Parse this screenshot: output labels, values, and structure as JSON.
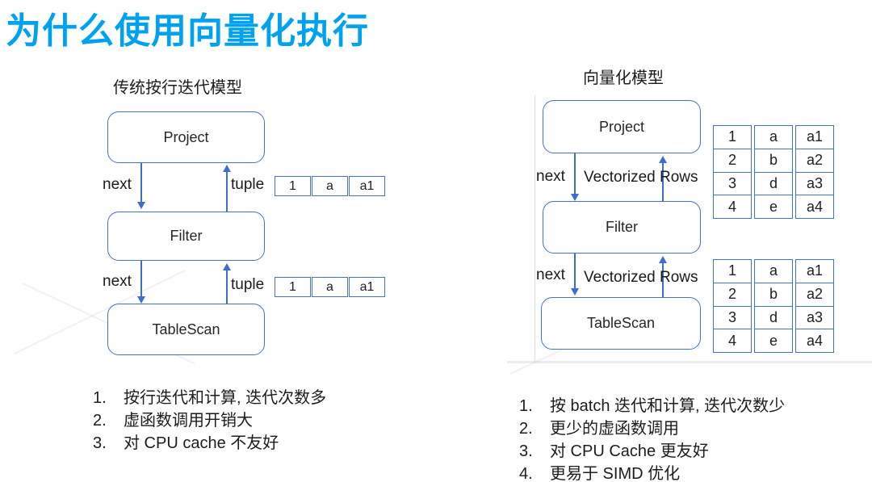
{
  "slide": {
    "title": "为什么使用向量化执行"
  },
  "left_panel": {
    "heading": "传统按行迭代模型",
    "nodes": {
      "top": "Project",
      "middle": "Filter",
      "bottom": "TableScan"
    },
    "call_label": "next",
    "return_label": "tuple",
    "tuple_row": [
      "1",
      "a",
      "a1"
    ],
    "notes": [
      {
        "num": "1.",
        "text": "按行迭代和计算, 迭代次数多"
      },
      {
        "num": "2.",
        "text": "虚函数调用开销大"
      },
      {
        "num": "3.",
        "text": "对 CPU cache 不友好"
      }
    ]
  },
  "right_panel": {
    "heading": "向量化模型",
    "nodes": {
      "top": "Project",
      "middle": "Filter",
      "bottom": "TableScan"
    },
    "call_label": "next",
    "return_label": "Vectorized Rows",
    "vector_table": {
      "columns": [
        [
          "1",
          "2",
          "3",
          "4"
        ],
        [
          "a",
          "b",
          "d",
          "e"
        ],
        [
          "a1",
          "a2",
          "a3",
          "a4"
        ]
      ]
    },
    "notes": [
      {
        "num": "1.",
        "text": "按 batch 迭代和计算, 迭代次数少"
      },
      {
        "num": "2.",
        "text": "更少的虚函数调用"
      },
      {
        "num": "3.",
        "text": "对 CPU Cache 更友好"
      },
      {
        "num": "4.",
        "text": "更易于 SIMD 优化"
      }
    ]
  },
  "colors": {
    "title_blue": "#00a2f0",
    "diagram_blue": "#4472c4",
    "arrow_blue": "#3e6cd3",
    "text_dark": "#1c1c1c"
  }
}
